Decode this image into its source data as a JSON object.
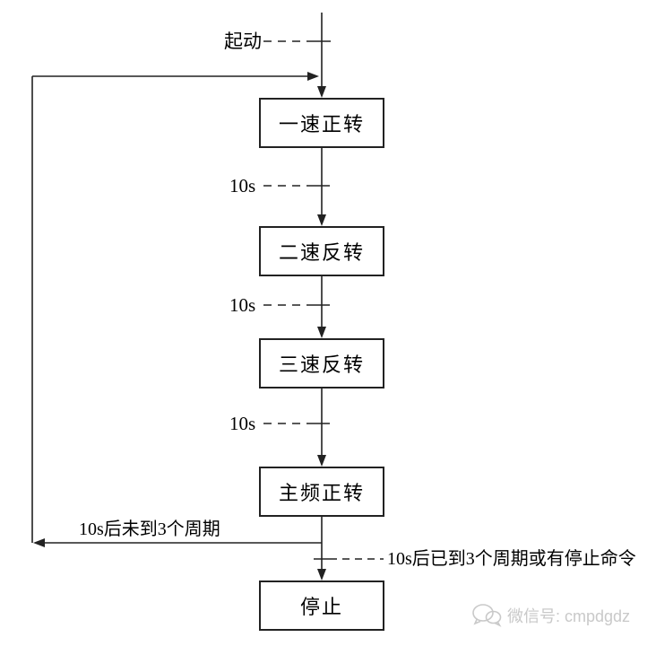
{
  "diagram": {
    "start_transition": {
      "label": "起动"
    },
    "steps": [
      {
        "label": "一速正转"
      },
      {
        "label": "二速反转"
      },
      {
        "label": "三速反转"
      },
      {
        "label": "主频正转"
      },
      {
        "label": "停止"
      }
    ],
    "timed_transitions": [
      {
        "label": "10s"
      },
      {
        "label": "10s"
      },
      {
        "label": "10s"
      }
    ],
    "branch_loop": {
      "label": "10s后未到3个周期"
    },
    "branch_stop": {
      "label": "10s后已到3个周期或有停止命令"
    },
    "colors": {
      "line": "#222222",
      "text": "#000000",
      "watermark": "#c9c9c9"
    }
  },
  "watermark": {
    "icon": "wechat-icon",
    "label": "微信号: cmpdgdz"
  }
}
